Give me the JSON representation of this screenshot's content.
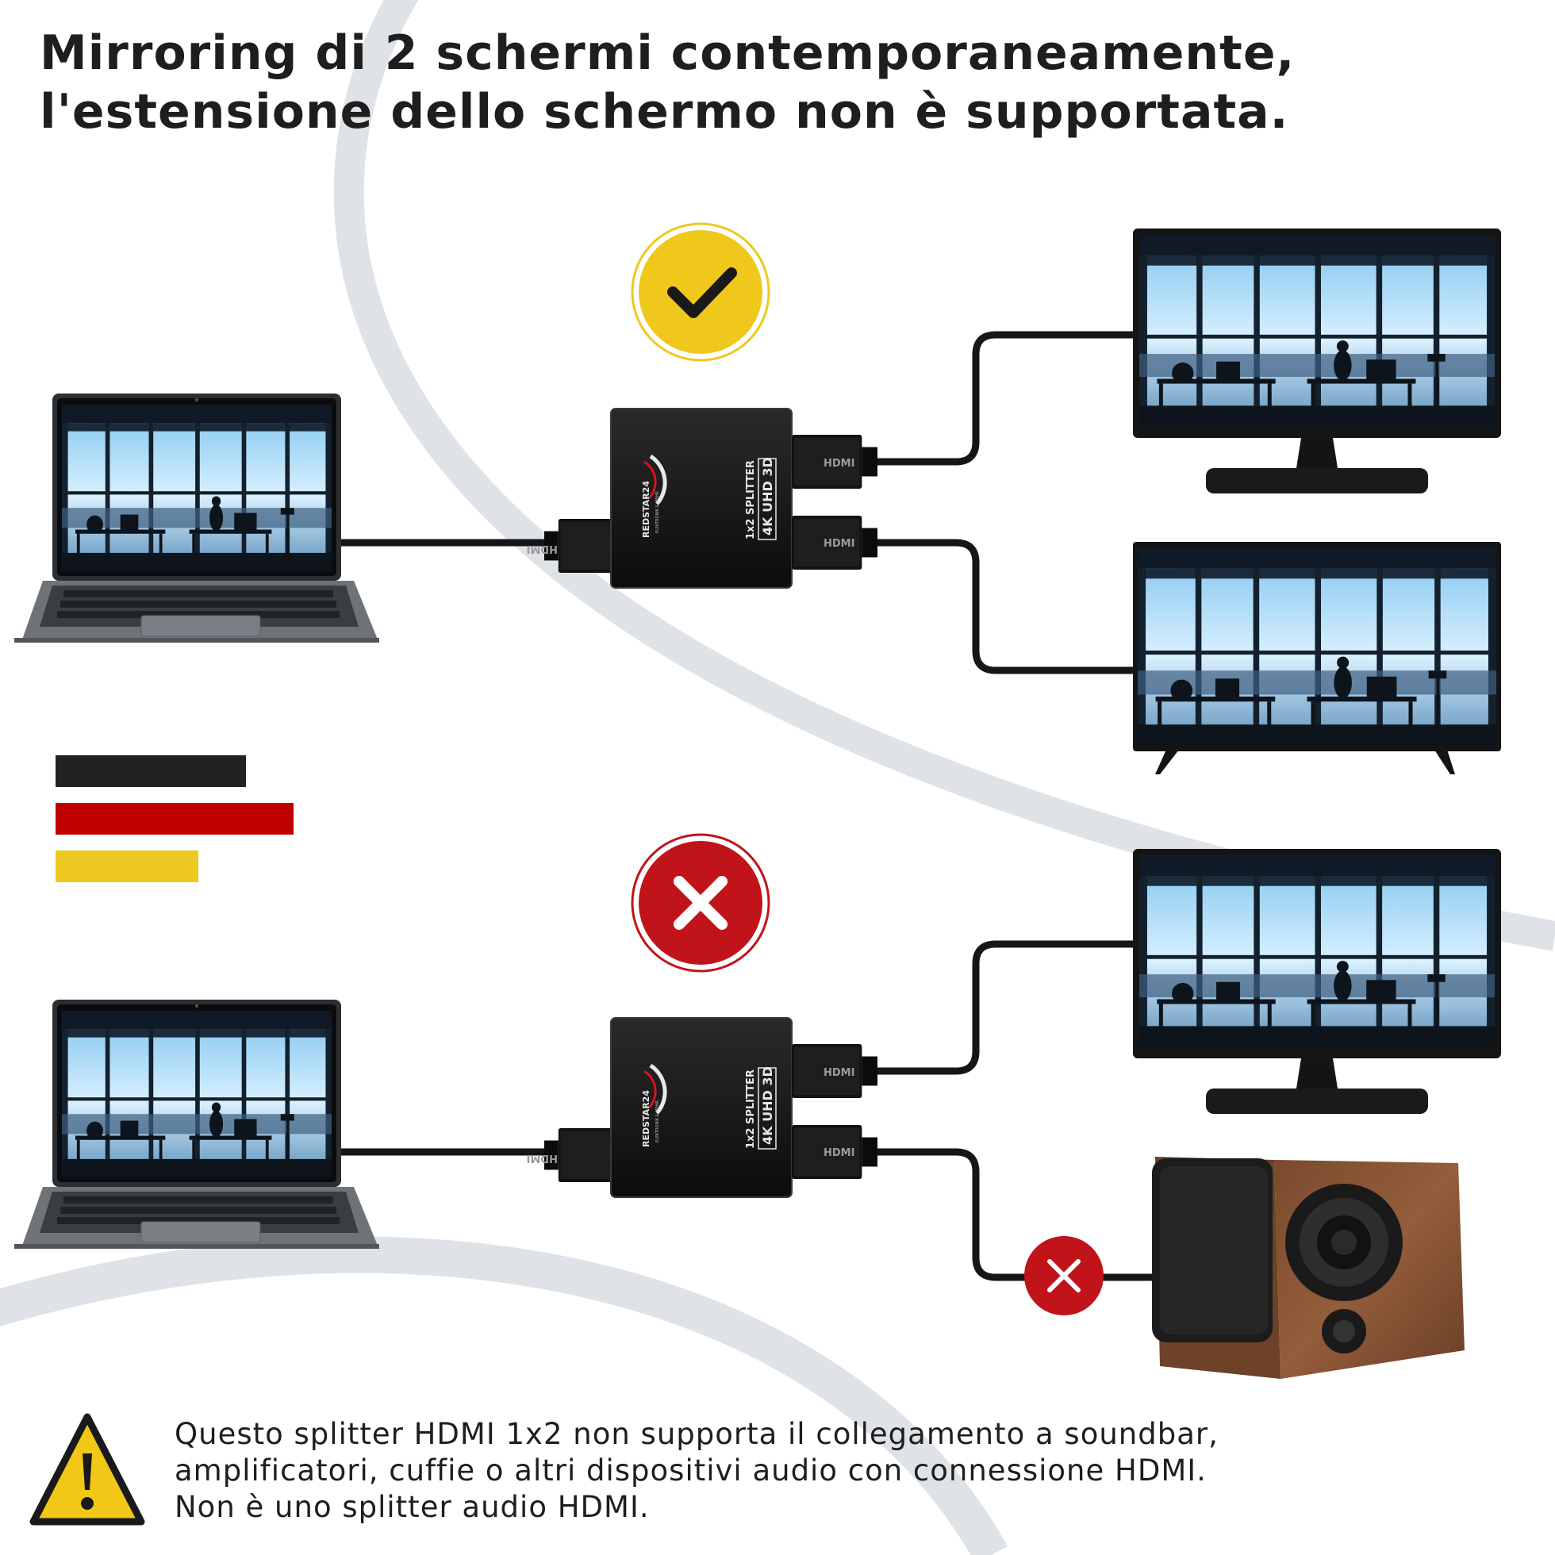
{
  "title": {
    "line1": "Mirroring di 2 schermi contemporaneamente,",
    "line2": "l'estensione dello schermo non è supportata."
  },
  "note": {
    "line1": "Questo splitter HDMI 1x2 non supporta il collegamento a soundbar,",
    "line2": "amplificatori, cuffie o altri dispositivi audio con connessione HDMI.",
    "line3": "Non è uno splitter audio HDMI."
  },
  "splitter": {
    "brand": "REDSTAR24",
    "brand_sub": "ELEKTRONIK & MEHR",
    "model_line1": "1x2 SPLITTER",
    "model_line2": "4K UHD 3D",
    "port_label": "HDMI"
  },
  "icons": {
    "supported": "check-circle-icon",
    "unsupported": "x-circle-icon",
    "warning": "warning-triangle-icon",
    "flag": "german-flag-icon"
  },
  "colors": {
    "check_yellow": "#f0c81c",
    "x_red": "#c0141a",
    "flag_black": "#222222",
    "flag_red": "#c00000",
    "flag_gold": "#ecc820",
    "swoosh": "#dfe3e8"
  }
}
